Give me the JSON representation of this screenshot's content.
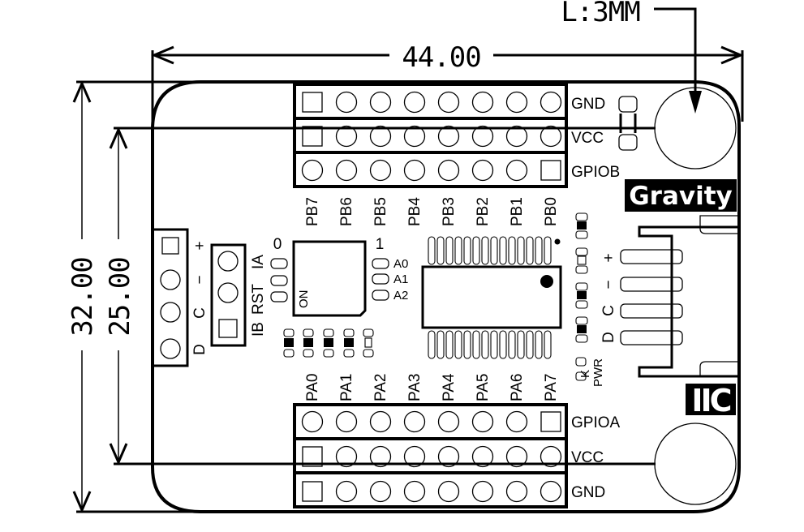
{
  "drawing": {
    "title": "Gravity IIC GPIO expansion board — mechanical drawing",
    "dimensions": {
      "width": "44.00",
      "height_outer": "32.00",
      "height_inner": "25.00",
      "hole_note": "L:3MM"
    },
    "logos": {
      "brand": "Gravity",
      "interface": "IIC"
    },
    "header_b": {
      "rows": [
        "GND",
        "VCC",
        "GPIOB"
      ],
      "pins": [
        "PB7",
        "PB6",
        "PB5",
        "PB4",
        "PB3",
        "PB2",
        "PB1",
        "PB0"
      ]
    },
    "header_a": {
      "rows": [
        "GPIOA",
        "VCC",
        "GND"
      ],
      "pins": [
        "PA0",
        "PA1",
        "PA2",
        "PA3",
        "PA4",
        "PA5",
        "PA6",
        "PA7"
      ]
    },
    "left_connector": {
      "labels": [
        "+",
        "−",
        "C",
        "D"
      ]
    },
    "interrupt_header": {
      "labels": [
        "IA",
        "RST",
        "IB"
      ]
    },
    "address_switch": {
      "label_0": "0",
      "label_1": "1",
      "on_label": "ON",
      "addresses": [
        "A0",
        "A1",
        "A2"
      ]
    },
    "right_connector": {
      "labels": [
        "+",
        "−",
        "C",
        "D"
      ]
    },
    "power_led": {
      "label": "PWR",
      "k_label": "K"
    }
  }
}
